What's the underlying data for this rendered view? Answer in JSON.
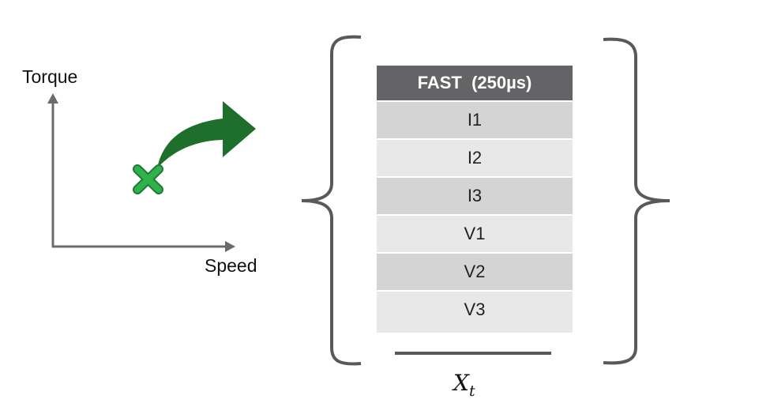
{
  "plot": {
    "y_axis_label": "Torque",
    "x_axis_label": "Speed"
  },
  "icons": {
    "operating_point": "x-mark-icon",
    "transition": "curved-arrow-icon"
  },
  "colors": {
    "arrow_green": "#1e6e2c",
    "marker_green": "#2fb24c",
    "header_bg": "#646467",
    "row_dark": "#d4d4d4",
    "row_light": "#e8e8e8",
    "brace": "#595959"
  },
  "table": {
    "header": "FAST  (250µs)",
    "rows": [
      "I1",
      "I2",
      "I3",
      "V1",
      "V2",
      "V3"
    ]
  },
  "vector_label": {
    "base": "X",
    "subscript": "t"
  }
}
